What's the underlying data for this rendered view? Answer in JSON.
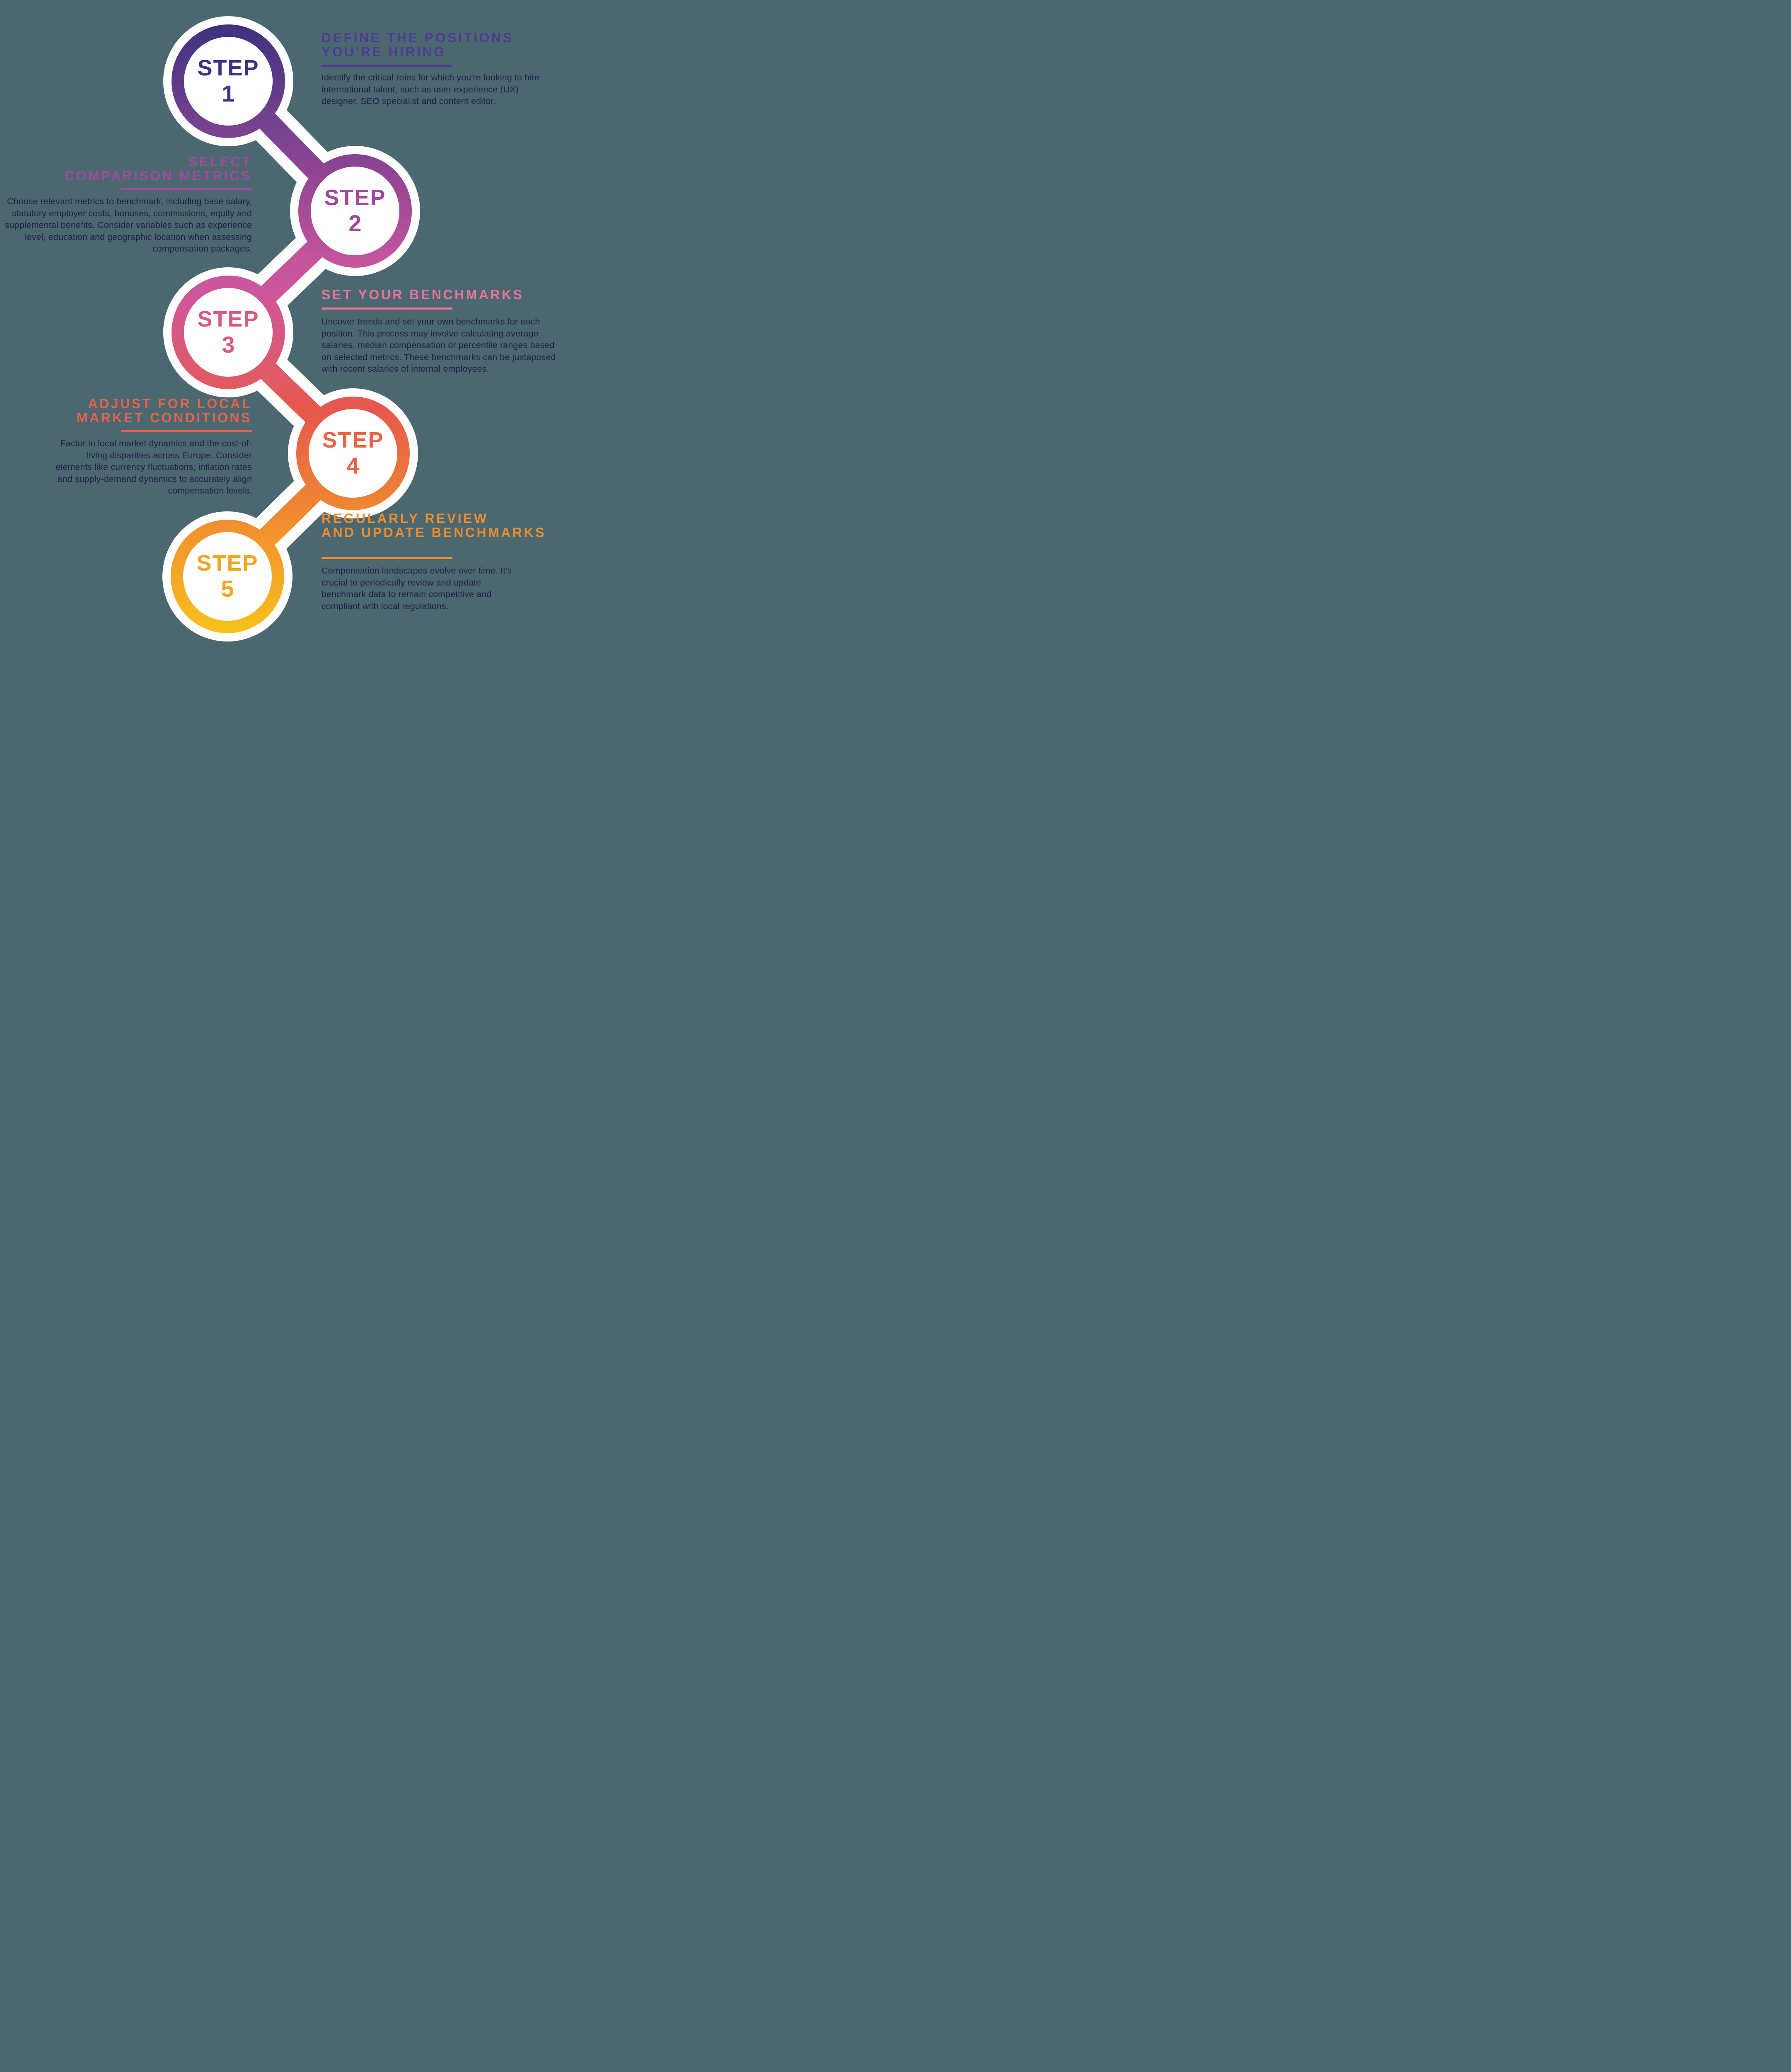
{
  "page": {
    "background_color": "#4B6870",
    "body_text_color": "#24224A",
    "glow_color": "#FFFFFF"
  },
  "chain_gradient": [
    "#3A2F7D",
    "#7A4390",
    "#8D4493",
    "#C2549E",
    "#CD579A",
    "#E05A68",
    "#E7574D",
    "#EE8334",
    "#F2982C",
    "#F8C51A"
  ],
  "steps": [
    {
      "label": "STEP",
      "number": "1",
      "title_line1": "DEFINE THE POSITIONS",
      "title_line2": "YOU'RE HIRING",
      "body": "Identify the critical roles for which you're looking to hire international talent, such as user experience (UX) designer, SEO specialist and content editor.",
      "accent_color": "#4F3B95",
      "label_color": "#3D3382"
    },
    {
      "label": "STEP",
      "number": "2",
      "title_line1": "SELECT",
      "title_line2": "COMPARISON METRICS",
      "body": "Choose relevant metrics to benchmark, including base salary, statutory employer costs, bonuses, commissions, equity and supplemental benefits. Consider variables such as experience level, education and geographic location when assessing compensation packages.",
      "accent_color": "#A2499C",
      "label_color": "#9C4A9B"
    },
    {
      "label": "STEP",
      "number": "3",
      "title_line1": "SET YOUR BENCHMARKS",
      "title_line2": "",
      "body": "Uncover trends and set your own benchmarks for each position. This process may involve calculating average salaries, median compensation or percentile ranges based on selected metrics. These benchmarks can be juxtaposed with recent salaries of internal employees.",
      "accent_color": "#E8739C",
      "label_color": "#DA5B80"
    },
    {
      "label": "STEP",
      "number": "4",
      "title_line1": "ADJUST FOR LOCAL",
      "title_line2": "MARKET CONDITIONS",
      "body": "Factor in local market dynamics and the cost-of-living disparities across Europe. Consider elements like currency fluctuations, inflation rates and supply-demand dynamics to accurately align compensation levels.",
      "accent_color": "#E9604D",
      "label_color": "#ED6245"
    },
    {
      "label": "STEP",
      "number": "5",
      "title_line1": "REGULARLY REVIEW",
      "title_line2": "AND UPDATE BENCHMARKS",
      "body": "Compensation landscapes evolve over time. It's crucial to periodically review and update benchmark data to remain competitive and compliant with local regulations.",
      "accent_color": "#EF8C2D",
      "label_color": "#F2A51F"
    }
  ]
}
